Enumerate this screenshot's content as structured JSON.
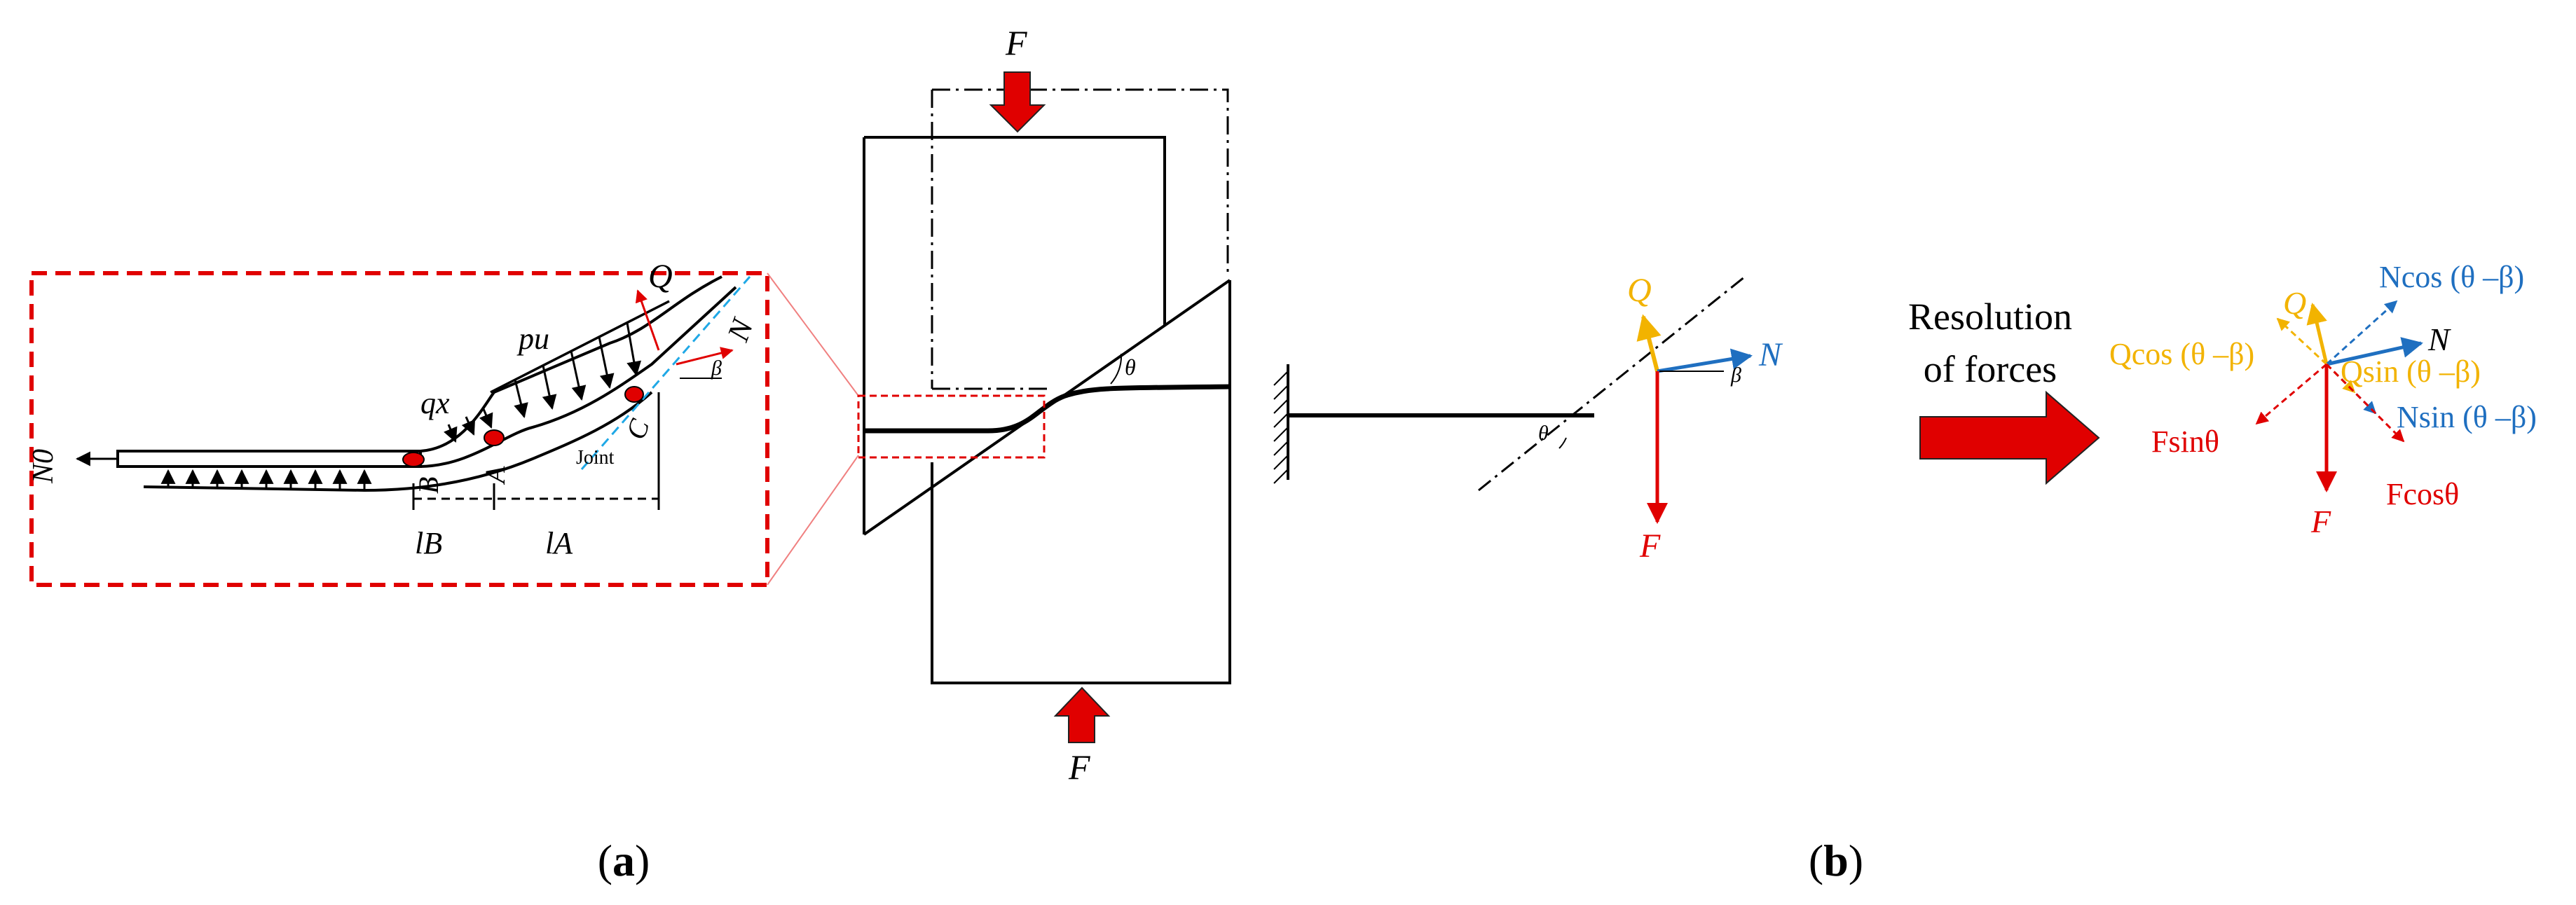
{
  "panel_a": {
    "caption": {
      "open": "(",
      "letter": "a",
      "close": ")"
    },
    "detail": {
      "N0": "N0",
      "pu": "pu",
      "qx": "qx",
      "Q": "Q",
      "N": "N",
      "beta": "β",
      "A": "A",
      "B": "B",
      "C": "C",
      "joint": "Joint",
      "lB": "lB",
      "lA": "lA"
    },
    "specimen": {
      "F_top": "F",
      "F_bottom": "F",
      "theta": "θ"
    }
  },
  "panel_b": {
    "caption": {
      "open": "(",
      "letter": "b",
      "close": ")"
    },
    "free_body": {
      "Q": "Q",
      "N": "N",
      "beta": "β",
      "theta": "θ",
      "F": "F"
    },
    "resolution_label": [
      "Resolution",
      "of forces"
    ],
    "components": {
      "Q": "Q",
      "N": "N",
      "F": "F",
      "Ncos": "Ncos (θ –β)",
      "Qcos": "Qcos (θ –β)",
      "Qsin": "Qsin (θ –β)",
      "Nsin": "Nsin (θ –β)",
      "Fsin": "Fsinθ",
      "Fcos": "Fcosθ"
    }
  },
  "colors": {
    "red": "#e00000",
    "blue": "#1f6fc0",
    "yellow": "#f2b300",
    "cyan": "#1fa8e6",
    "black": "#000000"
  }
}
